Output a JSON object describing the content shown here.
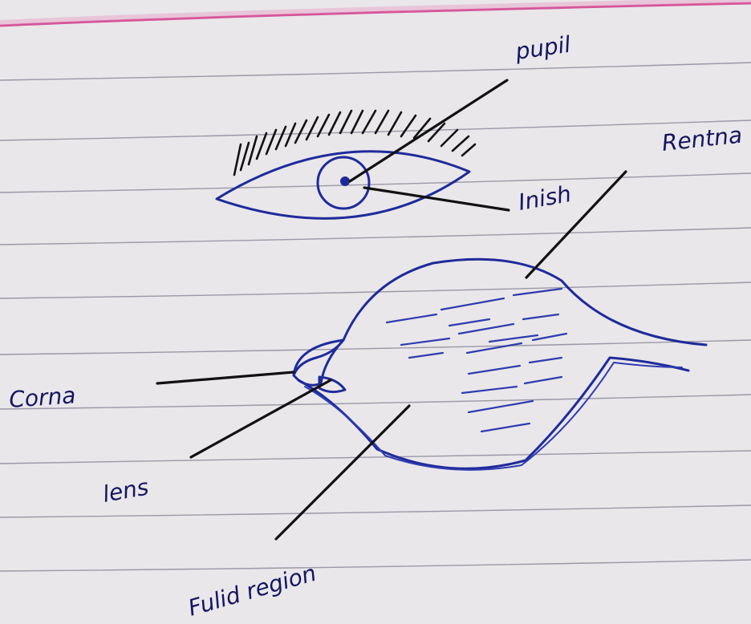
{
  "diagram": {
    "labels": {
      "pupil": "pupil",
      "iris": "Inish",
      "retina": "Rentna",
      "cornea": "Corna",
      "lens": "lens",
      "fluid_region": "Fulid region"
    }
  },
  "colors": {
    "paper": "#e9e7ea",
    "rule_lines": "#9a98a4",
    "margin_line": "#d6559a",
    "ink_blue": "#1f2a9a",
    "ink_black": "#111111"
  }
}
